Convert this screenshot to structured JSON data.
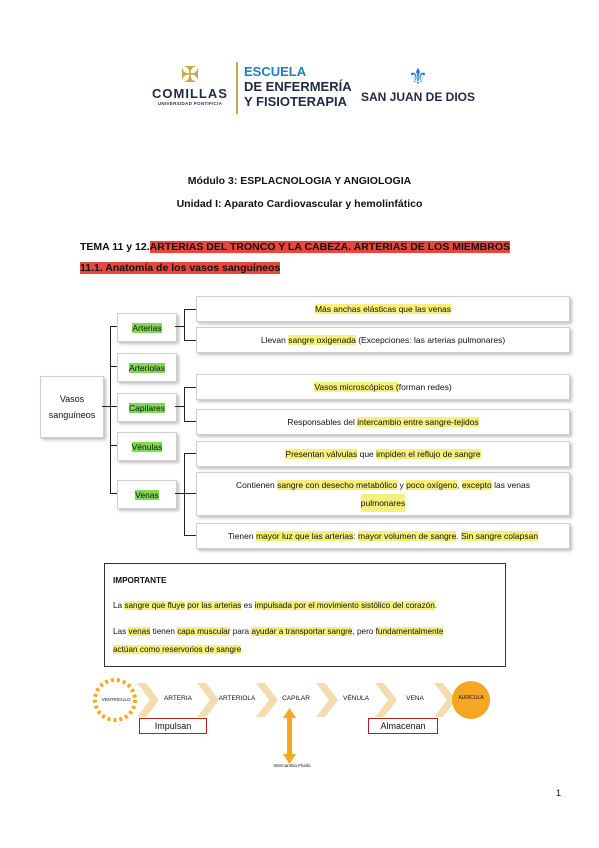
{
  "header": {
    "comillas_name": "COMILLAS",
    "comillas_sub": "UNIVERSIDAD PONTIFICIA",
    "escuela_l1": "ESCUELA",
    "escuela_l2": "DE ENFERMERÍA",
    "escuela_l3": "Y FISIOTERAPIA",
    "sjd_name": "SAN JUAN DE DIOS"
  },
  "titles": {
    "modulo": "Módulo 3: ESPLACNOLOGIA Y ANGIOLOGIA",
    "unidad": "Unidad I: Aparato Cardiovascular y hemolinfático"
  },
  "tema": {
    "prefix": "TEMA 11 y 12.",
    "title": "ARTERIAS DEL TRONCO Y LA CABEZA. ARTERIAS DE LOS MIEMBROS",
    "subtitle": "11.1. Anatomía de los vasos sanguíneos"
  },
  "diagram": {
    "root_l1": "Vasos",
    "root_l2": "sanguíneos",
    "branches": [
      "Arterias",
      "Arteriolas",
      "Capilares",
      "Vénulas",
      "Venas"
    ],
    "arterias": {
      "d1": "Más anchas elásticas que las venas",
      "d2_a": "Llevan ",
      "d2_b": "sangre oxigenada",
      "d2_c": " (Excepciones: las arterias pulmonares)"
    },
    "capilares": {
      "d1_a": "Vasos microscópicos (",
      "d1_b": "forman redes)",
      "d2_a": "Responsables del ",
      "d2_b": "intercambio entre sangre-tejidos"
    },
    "venas": {
      "d1_a": "Presentan válvulas",
      "d1_b": " que ",
      "d1_c": "impiden el reflujo de sangre",
      "d2_a": "Contienen ",
      "d2_b": "sangre con desecho metabólico",
      "d2_c": " y ",
      "d2_d": "poco oxígeno",
      "d2_e": ", ",
      "d2_f": "excepto",
      "d2_g": " las venas",
      "d2_h": "pulmonares",
      "d3_a": "Tienen ",
      "d3_b": "mayor luz que las arterias",
      "d3_c": ": ",
      "d3_d": "mayor volumen de sangre",
      "d3_e": ". ",
      "d3_f": "Sin sangre colapsan"
    }
  },
  "importante": {
    "title": "IMPORTANTE",
    "p1_a": "La ",
    "p1_b": "sangre que fluye",
    "p1_c": " ",
    "p1_d": "por las arterias",
    "p1_e": " es ",
    "p1_f": "impulsada por el movimiento sistólico del corazón",
    "p1_g": ".",
    "p2_a": "Las ",
    "p2_b": "venas",
    "p2_c": " tienen ",
    "p2_d": "capa muscular",
    "p2_e": " para ",
    "p2_f": "ayudar a transportar sangre",
    "p2_g": ", pero ",
    "p2_h": "fundamentalmente",
    "p2_i": "actúan como reservorios de sangre"
  },
  "flow": {
    "steps": [
      "VENTRÍCULO",
      "ARTERIA",
      "ARTERIOLA",
      "CAPILAR",
      "VÉNULA",
      "VENA",
      "AURÍCULA"
    ],
    "impulsan": "Impulsan",
    "almacenan": "Almacenan",
    "intercambio": "Intercambio Fluido"
  },
  "page_number": "1",
  "colors": {
    "highlight": "#f4f07a",
    "red_highlight": "#e8473f",
    "green": "#7ed957",
    "chevron": "#f3dcb0",
    "orange": "#f5a623"
  }
}
